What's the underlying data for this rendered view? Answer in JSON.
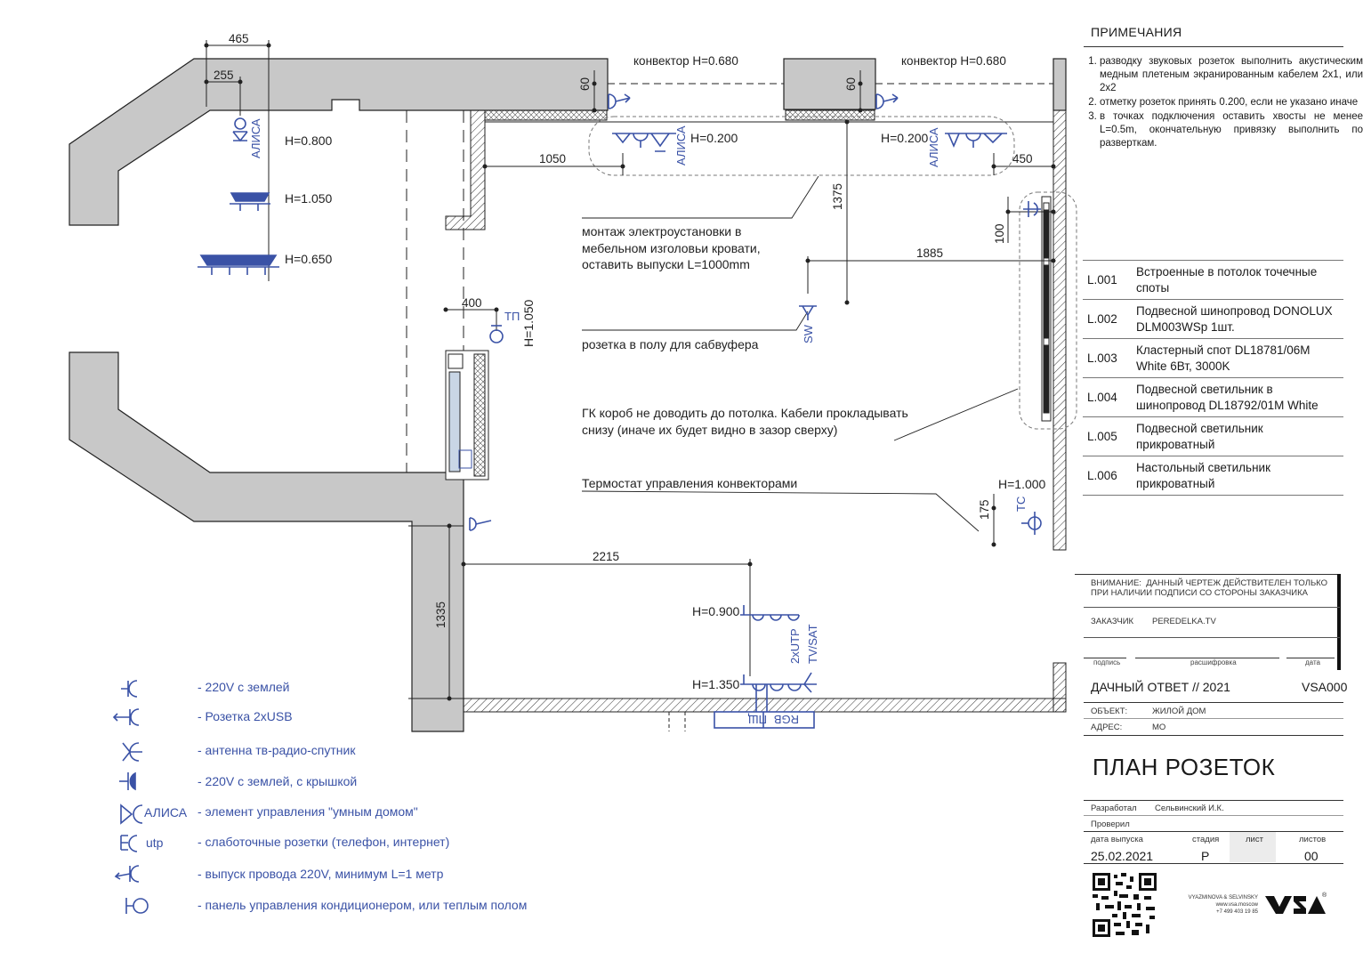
{
  "notes": {
    "title": "ПРИМЕЧАНИЯ",
    "items": [
      "разводку звуковых розеток выполнить акустическим медным плетеным экранированным кабелем 2х1, или 2х2",
      "отметку розеток принять 0.200, если не указано иначе",
      "в точках подключения оставить хвосты не менее L=0.5m, окончательную привязку выполнить по разверткам."
    ]
  },
  "lights": [
    {
      "code": "L.001",
      "desc": "Встроенные в потолок точечные споты"
    },
    {
      "code": "L.002",
      "desc": "Подвесной шинопровод DONOLUX DLM003WSp 1шт."
    },
    {
      "code": "L.003",
      "desc": "Кластерный спот DL18781/06M White 6Вт, 3000K"
    },
    {
      "code": "L.004",
      "desc": "Подвесной светильник в шинопровод DL18792/01M White"
    },
    {
      "code": "L.005",
      "desc": "Подвесной светильник прикроватный"
    },
    {
      "code": "L.006",
      "desc": "Настольный светильник прикроватный"
    }
  ],
  "plan": {
    "dims": {
      "d465": "465",
      "d255": "255",
      "d60a": "60",
      "d60b": "60",
      "d1050": "1050",
      "d450": "450",
      "d1375": "1375",
      "d100": "100",
      "d1885": "1885",
      "d400": "400",
      "d175": "175",
      "d2215": "2215",
      "d1335": "1335"
    },
    "heights": {
      "h0800": "H=0.800",
      "h1050": "H=1.050",
      "h0650": "H=0.650",
      "h0200a": "H=0.200",
      "h0200b": "H=0.200",
      "h1000": "H=1.000",
      "h0900": "H=0.900",
      "h1350": "H=1.350",
      "h1050v": "H=1.050"
    },
    "labels": {
      "convector1": "конвектор H=0.680",
      "convector2": "конвектор H=0.680",
      "alisa1": "АЛИСА",
      "alisa2": "АЛИСА",
      "alisa3": "АЛИСА",
      "tp": "ТП",
      "sw": "SW",
      "tc": "ТС",
      "utp": "2xUTP",
      "tvsat": "TV/SAT",
      "rgb": "RGB",
      "pshch": "ПЩ"
    },
    "annotations": {
      "bed1": "монтаж электроустановки в",
      "bed2": "мебельном изголовьи кровати,",
      "bed3": "оставить выпуски L=1000mm",
      "sub": "розетка в полу для сабвуфера",
      "gk1": "ГК короб не доводить до потолка. Кабели прокладывать",
      "gk2": "снизу (иначе их будет видно в зазор сверху)",
      "thermo": "Термостат управления конвекторами"
    }
  },
  "legend": [
    {
      "icon": "socket-ground-icon",
      "label": "",
      "text": "- 220V с землей"
    },
    {
      "icon": "socket-usb-icon",
      "label": "",
      "text": "- Розетка 2xUSB"
    },
    {
      "icon": "antenna-socket-icon",
      "label": "",
      "text": "- антенна тв-радио-спутник"
    },
    {
      "icon": "socket-lid-icon",
      "label": "",
      "text": "- 220V с землей, с крышкой"
    },
    {
      "icon": "smart-home-icon",
      "label": "АЛИСА",
      "text": "- элемент управления \"умным домом\""
    },
    {
      "icon": "lowcurrent-socket-icon",
      "label": "utp",
      "text": "- слаботочные розетки (телефон, интернет)"
    },
    {
      "icon": "wire-outlet-icon",
      "label": "",
      "text": "- выпуск провода 220V, минимум L=1 метр"
    },
    {
      "icon": "control-panel-icon",
      "label": "",
      "text": "- панель управления кондиционером, или теплым полом"
    }
  ],
  "stamp": {
    "warning_label": "ВНИМАНИЕ:",
    "warning_text": "ДАННЫЙ ЧЕРТЕЖ ДЕЙСТВИТЕЛЕН ТОЛЬКО ПРИ НАЛИЧИИ ПОДПИСИ СО СТОРОНЫ ЗАКАЗЧИКА",
    "client_label": "ЗАКАЗЧИК",
    "client_value": "PEREDELKA.TV",
    "sign_label": "подпись",
    "decode_label": "расшифровка",
    "date_label": "дата",
    "project": "ДАЧНЫЙ ОТВЕТ // 2021",
    "project_code": "VSA000",
    "object_label": "ОБЪЕКТ:",
    "object_value": "ЖИЛОЙ ДОМ",
    "address_label": "АДРЕС:",
    "address_value": "МО",
    "sheet_title": "ПЛАН РОЗЕТОК",
    "developed_label": "Разработал",
    "developed_value": "Сельвинский И.К.",
    "checked_label": "Проверил",
    "issue_label": "дата выпуска",
    "issue_value": "25.02.2021",
    "stage_label": "стадия",
    "stage_value": "Р",
    "sheet_label": "лист",
    "sheets_label": "листов",
    "sheets_value": "00",
    "company": "VYAZMINOVA & SELVINSKY",
    "site": "www.vsa.moscow",
    "phone": "+7 499 403 19 85",
    "logo": "VSA",
    "reg": "®"
  },
  "colors": {
    "accent": "#3a52a6",
    "wall": "#c8c8c8",
    "line": "#222222"
  }
}
